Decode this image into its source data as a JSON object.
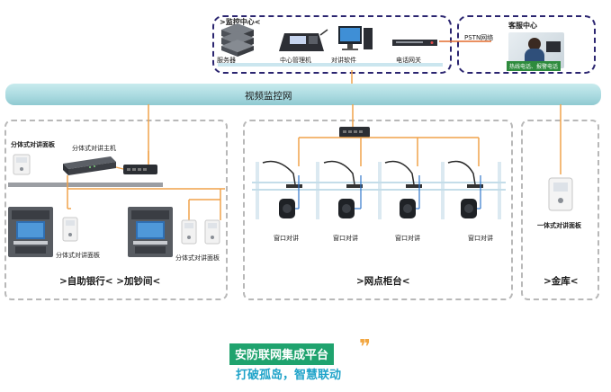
{
  "top": {
    "monitor_center_title": ">监控中心<",
    "server_label": "服务器",
    "center_mgmt_label": "中心管理机",
    "intercom_software_label": "对讲软件",
    "phone_gateway_label": "电话网关",
    "pstn_label": "PSTN网络",
    "customer_center_title": "客服中心",
    "badge_primary": "热线电话、报警电话"
  },
  "bus": {
    "label": "视频监控网"
  },
  "left": {
    "panel_label_top": "分体式对讲面板",
    "host_label": "分体式对讲主机",
    "panel_label_a": "分体式对讲面板",
    "panel_label_b": "分体式对讲面板",
    "section_title": ">自助银行< >加钞间<"
  },
  "middle": {
    "window_labels": [
      "窗口对讲",
      "窗口对讲",
      "窗口对讲",
      "窗口对讲"
    ],
    "section_title": ">网点柜台<"
  },
  "right": {
    "panel_label": "一体式对讲面板",
    "section_title": ">金库<"
  },
  "tagline": {
    "line1": "安防联网集成平台",
    "line2": "打破孤岛，智慧联动"
  },
  "colors": {
    "bus": "#a8d9df",
    "connector": "#f0a24a",
    "accent_green": "#1fa36e",
    "accent_blue": "#1fa3c9",
    "navy_border": "#2b2570"
  }
}
